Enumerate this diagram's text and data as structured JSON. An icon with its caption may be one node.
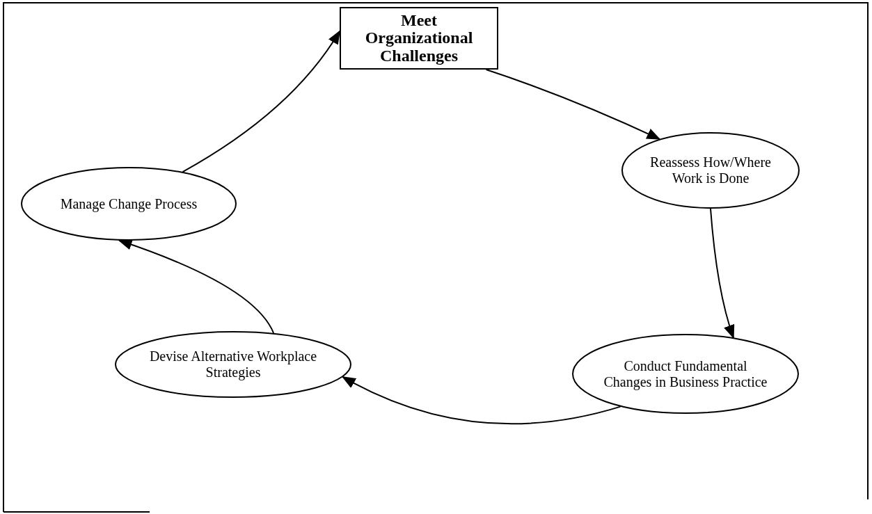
{
  "diagram": {
    "nodes": [
      {
        "text": [
          "Meet Organizational Challenges"
        ]
      },
      {
        "text": [
          "Reassess How/Where Work is Done"
        ]
      },
      {
        "text": [
          "Conduct Fundamental Changes in Business Practice"
        ]
      },
      {
        "text": [
          "Devise Alternative Workplace Strategies"
        ]
      },
      {
        "text": [
          "Manage Change Process"
        ]
      }
    ],
    "edges": [
      {
        "from": 0,
        "to": 1,
        "arrow": "to"
      },
      {
        "from": 1,
        "to": 2,
        "arrow": "to"
      },
      {
        "from": 2,
        "to": 3,
        "arrow": "to"
      },
      {
        "from": 3,
        "to": 4,
        "arrow": "to"
      },
      {
        "from": 4,
        "to": 0,
        "arrow": "to"
      }
    ]
  }
}
